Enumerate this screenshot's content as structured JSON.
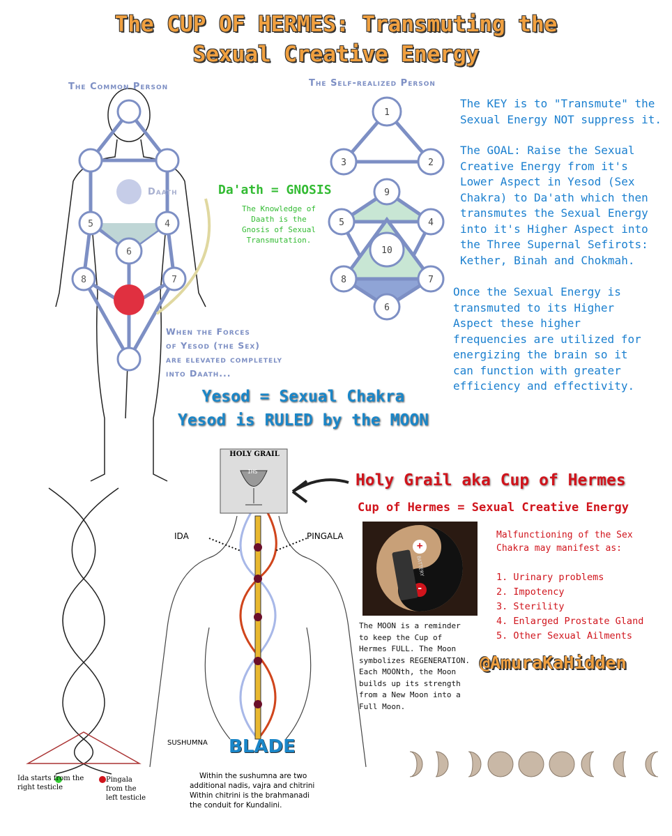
{
  "title": {
    "line1": "The CUP OF HERMES: Transmuting the",
    "line2": "Sexual Creative Energy"
  },
  "left_diagram": {
    "heading": "The Common Person",
    "daath_label": "Daath",
    "nodes": [
      "6",
      "5",
      "4",
      "8",
      "7"
    ],
    "caption": [
      "When the Forces",
      "of Yesod (the Sex)",
      "are elevated completely",
      "into Daath..."
    ]
  },
  "right_diagram": {
    "heading": "The Self-realized Person",
    "nodes": [
      "1",
      "3",
      "2",
      "9",
      "5",
      "4",
      "10",
      "8",
      "7",
      "6"
    ]
  },
  "daath": {
    "title": "Da'ath = GNOSIS",
    "text": [
      "The Knowledge of",
      "Daath is the",
      "Gnosis of Sexual",
      "Transmutation."
    ]
  },
  "right_text": {
    "p1": "The KEY is to \"Transmute\" the Sexual Energy NOT suppress it.",
    "p2": "The GOAL: Raise the Sexual Creative Energy from it's Lower Aspect in Yesod (Sex Chakra) to Da'ath which then transmutes the Sexual Energy into it's Higher Aspect into the Three Supernal Sefirots: Kether, Binah and Chokmah.",
    "p3": "Once the Sexual Energy is transmuted to its Higher Aspect these higher frequencies are utilized for energizing the brain so it can function with greater efficiency and effectivity."
  },
  "yesod": {
    "line1": "Yesod = Sexual Chakra",
    "line2": "Yesod is RULED by the MOON"
  },
  "grail": {
    "label": "HOLY GRAIL",
    "cup_text": "IHS",
    "heading": "Holy Grail aka Cup of Hermes",
    "subheading": "Cup of Hermes = Sexual Creative Energy"
  },
  "battery": {
    "label": "BATTERY",
    "plus": "+",
    "minus": "-"
  },
  "moon_text": "The MOON is a reminder to keep the Cup of Hermes FULL. The Moon symbolizes REGENERATION. Each MOONth, the Moon builds up its strength from a New Moon into a Full Moon.",
  "malfunction": {
    "intro": "Malfunctioning of the Sex Chakra may manifest as:",
    "items": [
      "1. Urinary problems",
      "2. Impotency",
      "3. Sterility",
      "4. Enlarged Prostate Gland",
      "5. Other Sexual Ailments"
    ]
  },
  "handle": "@AmuraKaHidden",
  "spine": {
    "ida": "IDA",
    "pingala": "PINGALA",
    "sushumna": "SUSHUMNA",
    "blade": "BLADE",
    "caption": [
      "Within the sushumna are two",
      "additional nadis, vajra and chitrini",
      "Within chitrini is the brahmanadi",
      "the conduit for Kundalini."
    ]
  },
  "helix": {
    "ida_note": "Ida starts from the right testicle",
    "pingala_note": "Pingala from the left testicle"
  },
  "colors": {
    "title": "#f0a040",
    "blue_text": "#1a7fcf",
    "red_text": "#d0141c",
    "green": "#33bb33",
    "tree_blue": "#7d8fc4"
  }
}
